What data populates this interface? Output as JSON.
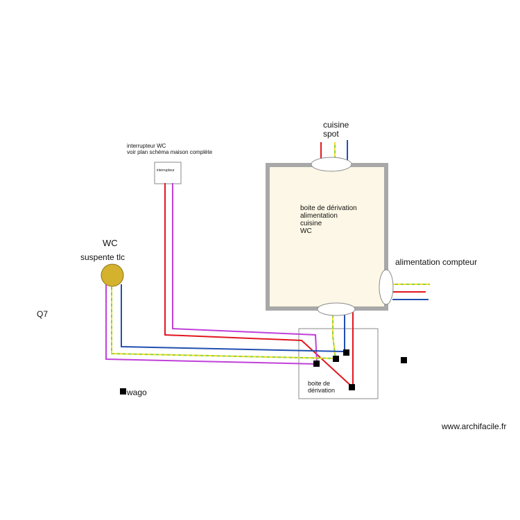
{
  "labels": {
    "interrupteur_note_1": "interrupteur WC",
    "interrupteur_note_2": "voir plan schéma maison complète",
    "interrupteur_box": "interrupteur",
    "cuisine": "cuisine",
    "spot": "spot",
    "box_line1": "boite de dérivation",
    "box_line2": "alimentation",
    "box_line3": "cuisine",
    "box_line4": "WC",
    "alimentation_compteur": "alimentation compteur",
    "wc": "WC",
    "suspente": "suspente tlc",
    "q7": "Q7",
    "wago": "wago",
    "small_box_line1": "boite de",
    "small_box_line2": "dérivation",
    "watermark": "www.archifacile.fr"
  },
  "colors": {
    "phase": "#e0161e",
    "neutral": "#1f4fb0",
    "return": "#c040d8",
    "earth_green": "#8fcf3a",
    "earth_yellow": "#f2e22a",
    "box_fill": "#fcf7e6",
    "box_border": "#a8a8a8",
    "lamp": "#d4b22e"
  }
}
